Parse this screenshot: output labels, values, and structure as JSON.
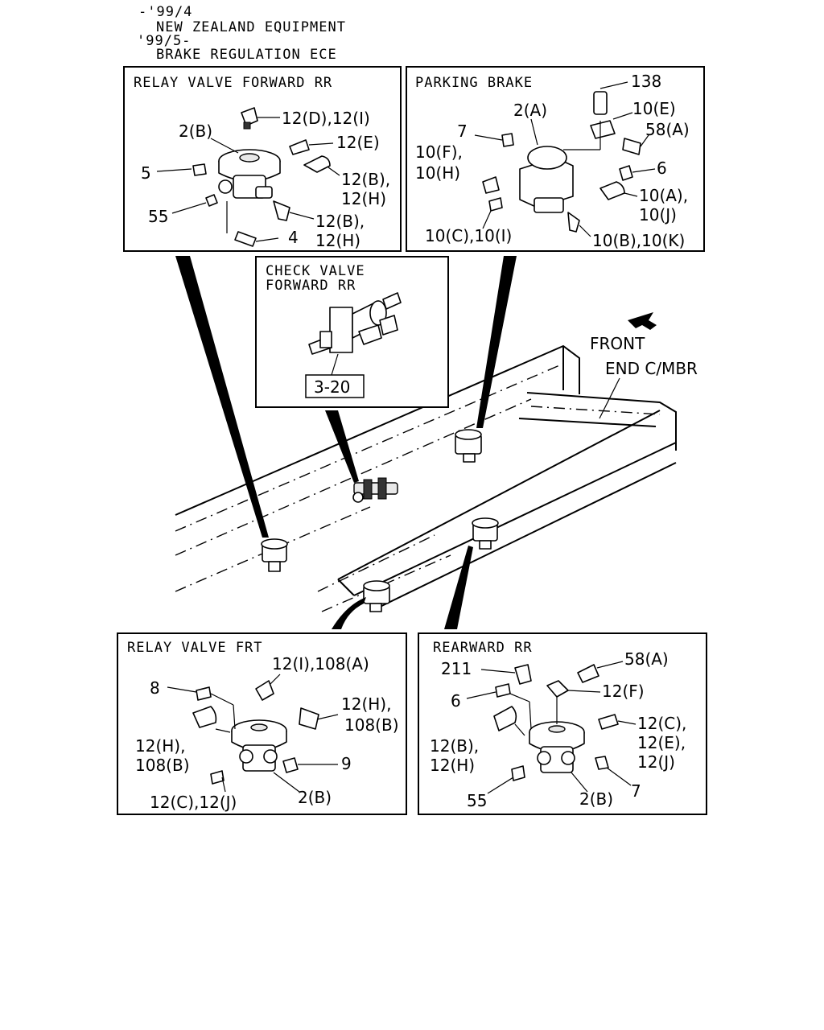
{
  "notes": {
    "line1": "-'99/4",
    "line2": "NEW ZEALAND EQUIPMENT",
    "line3": "'99/5-",
    "line4": "BRAKE REGULATION ECE"
  },
  "panels": {
    "relay_forward": {
      "title": "RELAY VALVE FORWARD RR",
      "labels": [
        "12(D),12(I)",
        "2(B)",
        "12(E)",
        "5",
        "12(B),",
        "12(H)",
        "55",
        "12(B),",
        "12(H)",
        "4"
      ]
    },
    "parking_brake": {
      "title": "PARKING BRAKE",
      "labels": [
        "138",
        "2(A)",
        "10(E)",
        "7",
        "58(A)",
        "10(F),",
        "10(H)",
        "6",
        "10(A),",
        "10(J)",
        "10(C),10(I)",
        "10(B),10(K)"
      ]
    },
    "check_valve": {
      "title_line1": "CHECK VALVE",
      "title_line2": "FORWARD RR",
      "ref_box": "3-20"
    },
    "relay_frt": {
      "title": "RELAY VALVE FRT",
      "labels": [
        "12(I),108(A)",
        "8",
        "12(H),",
        "108(B)",
        "12(H),",
        "108(B)",
        "9",
        "12(C),12(J)",
        "2(B)"
      ]
    },
    "rearward": {
      "title": "REARWARD RR",
      "labels": [
        "211",
        "58(A)",
        "12(F)",
        "6",
        "12(C),",
        "12(E),",
        "12(J)",
        "12(B),",
        "12(H)",
        "55",
        "2(B)",
        "7"
      ]
    }
  },
  "frame_labels": {
    "front": "FRONT",
    "end_member": "END C/MBR"
  }
}
